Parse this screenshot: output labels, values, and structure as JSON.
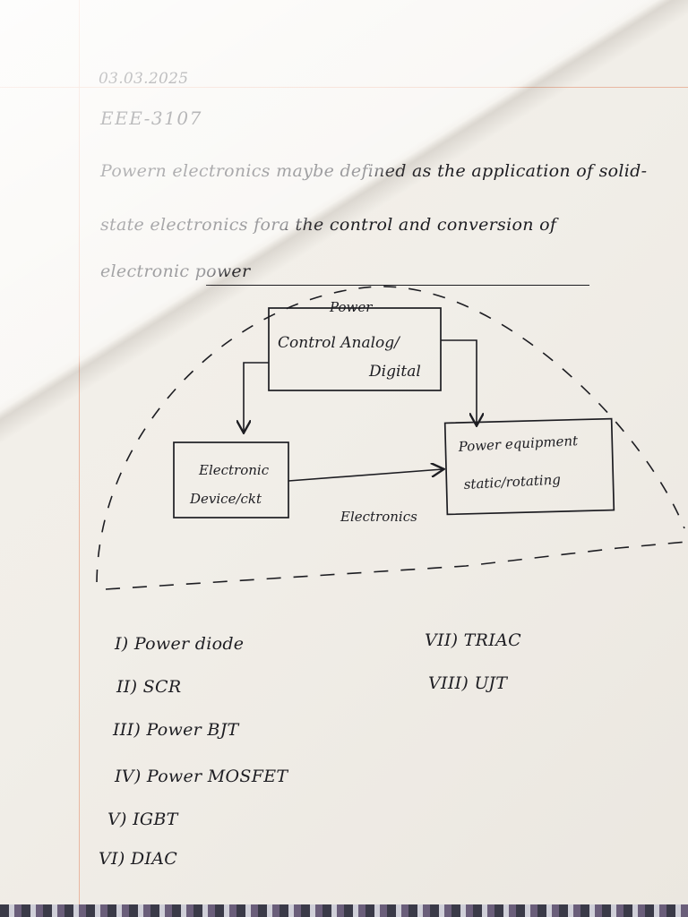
{
  "header": {
    "date": "03.03.2025",
    "course_code": "EEE-3107"
  },
  "definition": {
    "line1": "Powern electronics maybe defined as the application of solid-",
    "line2": "state electronics fora the control and conversion of",
    "line3": "electronic power"
  },
  "diagram": {
    "top_label": "Power",
    "control_line1": "Control Analog/",
    "control_line2": "Digital",
    "device_line1": "Electronic",
    "device_line2": "Device/ckt",
    "equipment_line1": "Power equipment",
    "equipment_line2": "static/rotating",
    "bottom_label": "Electronics"
  },
  "devices": {
    "left": [
      "I) Power diode",
      "II) SCR",
      "III) Power BJT",
      "IV) Power MOSFET",
      "V) IGBT",
      "VI) DIAC"
    ],
    "right": [
      "VII) TRIAC",
      "VIII) UJT"
    ]
  }
}
